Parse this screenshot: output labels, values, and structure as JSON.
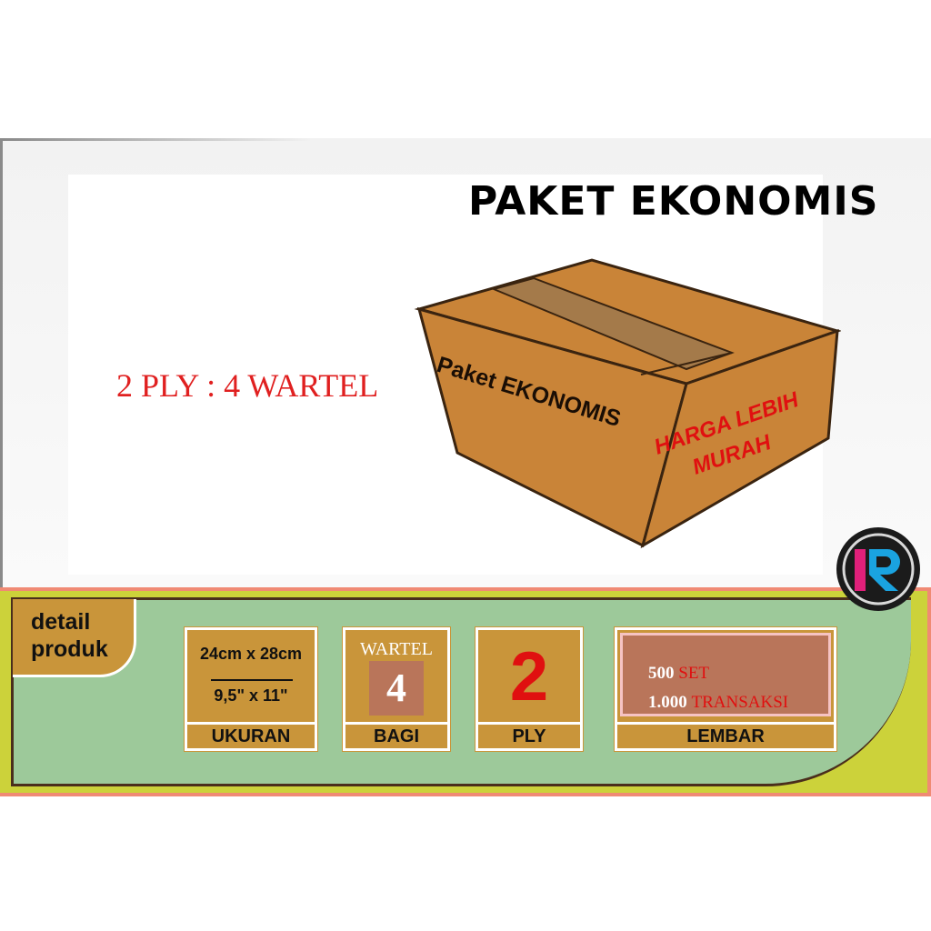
{
  "header": {
    "title": "PAKET EKONOMIS",
    "subtitle": "2 PLY : 4 WARTEL"
  },
  "box": {
    "side_text": "Paket EKONOMIS",
    "front_line1": "HARGA LEBIH",
    "front_line2": "MURAH",
    "colors": {
      "cardboard": "#c98438",
      "tape": "#a47a4a",
      "outline": "#3a2410",
      "accent_text": "#e01010"
    }
  },
  "logo": {
    "letter": "R",
    "icon": "brand-logo-icon"
  },
  "detail": {
    "line1": "detail",
    "line2": "produk"
  },
  "specs": {
    "ukuran": {
      "size_cm": "24cm x 28cm",
      "size_in": "9,5\" x 11\"",
      "label": "UKURAN"
    },
    "bagi": {
      "top": "WARTEL",
      "value": "4",
      "label": "BAGI"
    },
    "ply": {
      "value": "2",
      "label": "PLY"
    },
    "lembar": {
      "qty1": "500",
      "unit1": "SET",
      "qty2": "1.000",
      "unit2": "TRANSAKSI",
      "label": "LEMBAR"
    }
  },
  "colors": {
    "band_outer": "#f08a74",
    "band_green": "#9dc99a",
    "tile": "#c9953a",
    "tile_inner": "#b9755a",
    "accent_red": "#e01010"
  }
}
